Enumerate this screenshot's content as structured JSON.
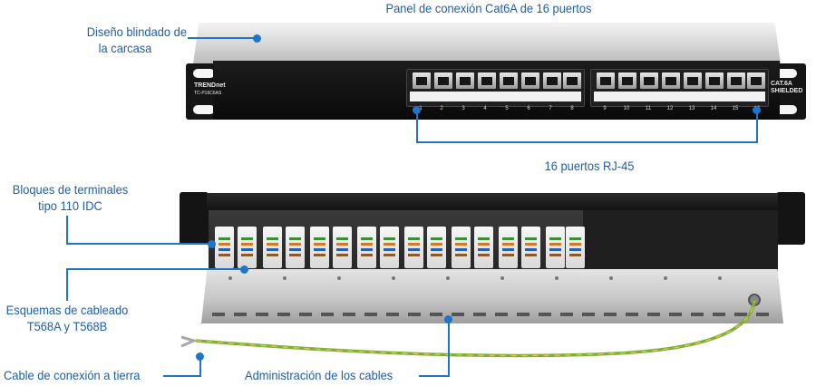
{
  "labels": {
    "panel_title": "Panel de conexión Cat6A de 16 puertos",
    "housing_line1": "Diseño blindado de",
    "housing_line2": "la carcasa",
    "ports": "16 puertos RJ-45",
    "terminal_line1": "Bloques de terminales",
    "terminal_line2": "tipo 110 IDC",
    "wiring_line1": "Esquemas de cableado",
    "wiring_line2": "T568A y T568B",
    "ground": "Cable de conexión a tierra",
    "cable_mgmt": "Administración de los cables"
  },
  "device": {
    "brand": "TRENDnet",
    "model": "TC-P16C6AS",
    "badge_line1": "CAT.6A",
    "badge_line2": "SHIELDED"
  },
  "port_numbers": [
    "1",
    "2",
    "3",
    "4",
    "5",
    "6",
    "7",
    "8",
    "9",
    "10",
    "11",
    "12",
    "13",
    "14",
    "15",
    "16"
  ],
  "colors": {
    "callout": "#1f75c8",
    "label_text": "#1f5fa8"
  }
}
